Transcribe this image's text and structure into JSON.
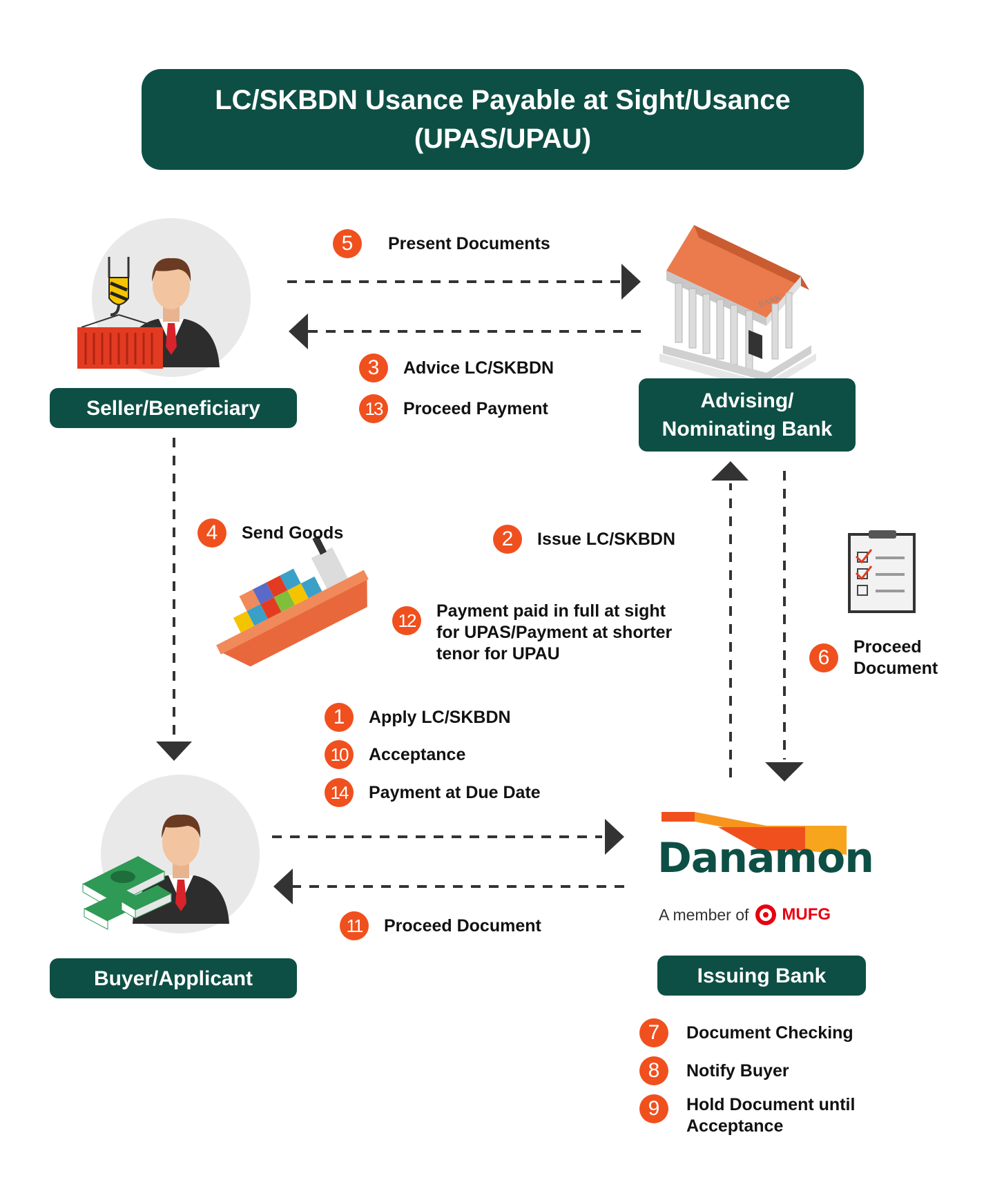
{
  "title": {
    "line1": "LC/SKBDN Usance Payable at Sight/Usance",
    "line2": "(UPAS/UPAU)"
  },
  "parties": {
    "seller": "Seller/Beneficiary",
    "advising_line1": "Advising/",
    "advising_line2": "Nominating Bank",
    "buyer": "Buyer/Applicant",
    "issuing": "Issuing Bank"
  },
  "steps": {
    "s1": {
      "num": "1",
      "text": "Apply LC/SKBDN"
    },
    "s2": {
      "num": "2",
      "text": "Issue LC/SKBDN"
    },
    "s3": {
      "num": "3",
      "text": "Advice LC/SKBDN"
    },
    "s4": {
      "num": "4",
      "text": "Send Goods"
    },
    "s5": {
      "num": "5",
      "text": "Present Documents"
    },
    "s6": {
      "num": "6",
      "line1": "Proceed",
      "line2": "Document"
    },
    "s7": {
      "num": "7",
      "text": "Document Checking"
    },
    "s8": {
      "num": "8",
      "text": "Notify Buyer"
    },
    "s9": {
      "num": "9",
      "line1": "Hold Document until",
      "line2": "Acceptance"
    },
    "s10": {
      "num": "10",
      "text": "Acceptance"
    },
    "s11": {
      "num": "11",
      "text": "Proceed Document"
    },
    "s12": {
      "num": "12",
      "line1": "Payment paid in full at sight",
      "line2": "for UPAS/Payment at shorter",
      "line3": "tenor for UPAU"
    },
    "s13": {
      "num": "13",
      "text": "Proceed Payment"
    },
    "s14": {
      "num": "14",
      "text": "Payment at Due Date"
    }
  },
  "logo": {
    "name": "Danamon",
    "member_prefix": "A member of",
    "member_brand": "MUFG",
    "bank_sign": "BANK"
  },
  "colors": {
    "primary": "#0d4f45",
    "accent": "#f0501e",
    "arrow": "#333333"
  },
  "icons": [
    "seller-person-icon",
    "container-crane-icon",
    "bank-building-icon",
    "cargo-ship-icon",
    "clipboard-checklist-icon",
    "buyer-person-icon",
    "money-stack-icon",
    "danamon-logo",
    "mufg-logo"
  ]
}
